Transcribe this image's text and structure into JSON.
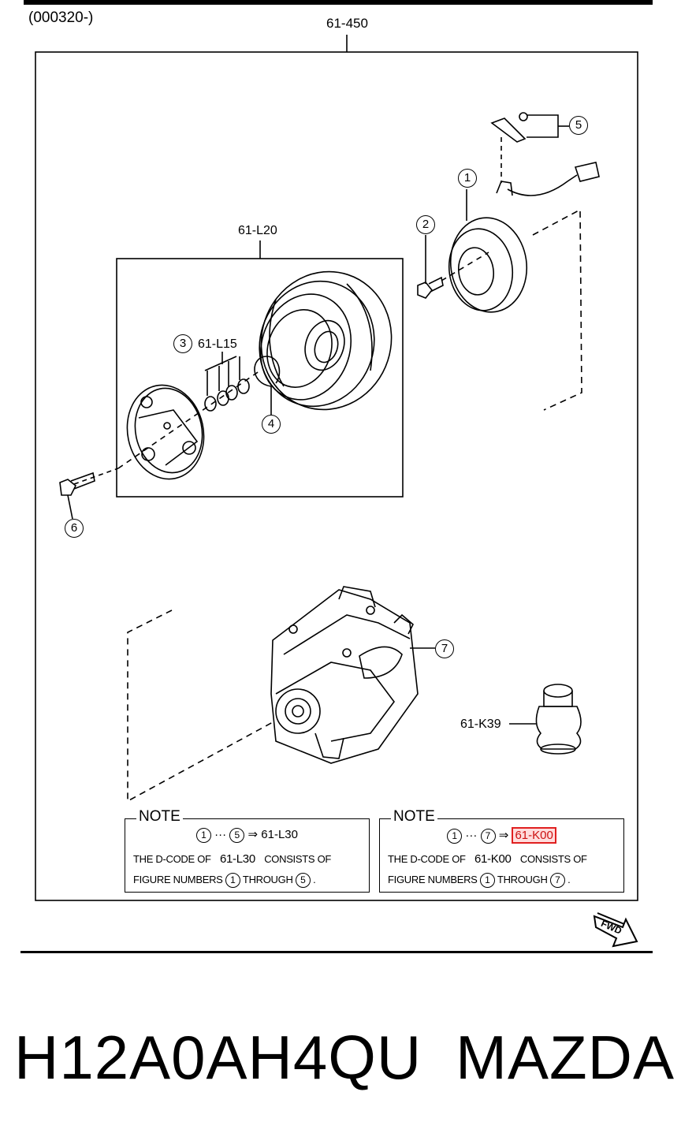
{
  "header": {
    "serial_range": "(000320-)"
  },
  "diagram": {
    "assembly_code": "61-450",
    "clutch_group_code": "61-L20",
    "shim_group_code": "61-L15",
    "receiver_code": "61-K39",
    "callouts": [
      "1",
      "2",
      "3",
      "4",
      "5",
      "6",
      "7"
    ]
  },
  "notes": [
    {
      "title": "NOTE",
      "range_start": "1",
      "ellipsis": "···",
      "range_end": "5",
      "arrow": "⇒",
      "target_code": "61-L30",
      "line2_prefix": "THE D-CODE OF",
      "line2_code": "61-L30",
      "line2_suffix": "CONSISTS OF",
      "line3_prefix": "FIGURE NUMBERS",
      "line3_through": "THROUGH",
      "line3_end": "."
    },
    {
      "title": "NOTE",
      "range_start": "1",
      "ellipsis": "···",
      "range_end": "7",
      "arrow": "⇒",
      "target_code": "61-K00",
      "line2_prefix": "THE D-CODE OF",
      "line2_code": "61-K00",
      "line2_suffix": "CONSISTS OF",
      "line3_prefix": "FIGURE NUMBERS",
      "line3_through": "THROUGH",
      "line3_end": "."
    }
  ],
  "direction_badge": "FWD",
  "highlight_color": "#e02020",
  "footer": {
    "part_number": "H12A0AH4QU",
    "brand": "MAZDA"
  }
}
